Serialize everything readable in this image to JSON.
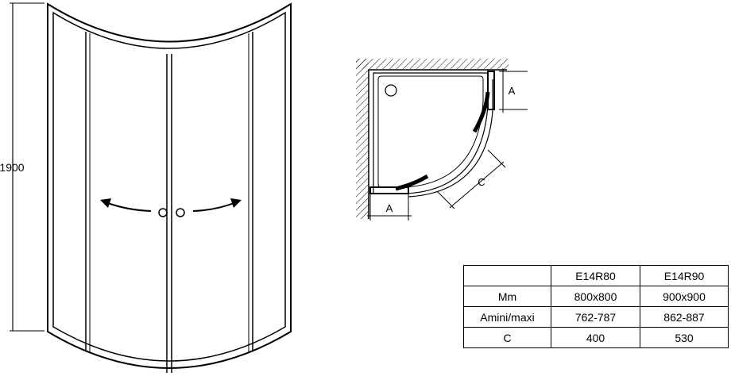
{
  "front_view": {
    "height_label": "1900"
  },
  "plan_view": {
    "label_a_side": "A",
    "label_a_bottom": "A",
    "label_c": "C"
  },
  "spec_table": {
    "headers": [
      "",
      "E14R80",
      "E14R90"
    ],
    "rows": [
      [
        "Mm",
        "800x800",
        "900x900"
      ],
      [
        "Amini/maxi",
        "762-787",
        "862-887"
      ],
      [
        "C",
        "400",
        "530"
      ]
    ]
  }
}
